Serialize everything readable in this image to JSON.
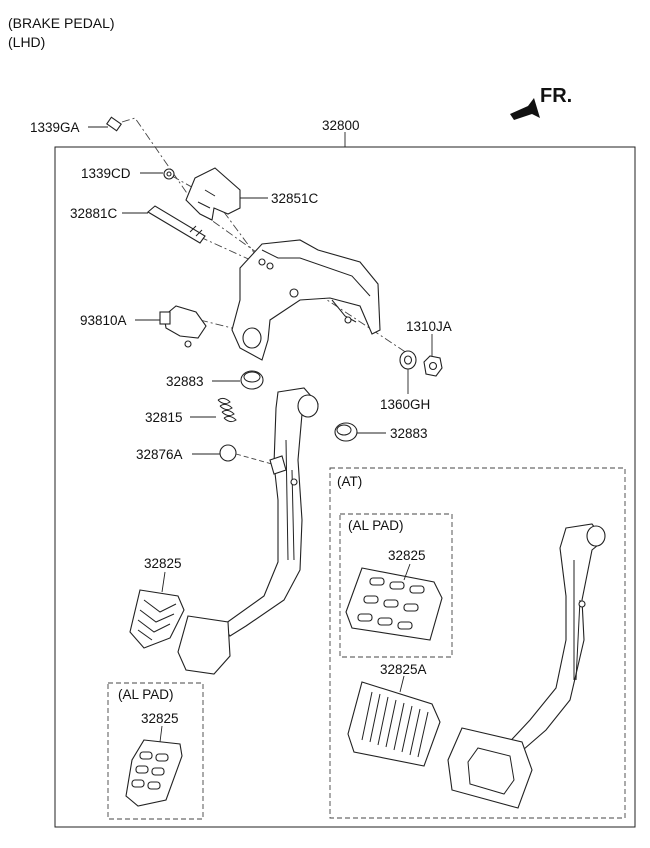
{
  "header": {
    "line1": "(BRAKE PEDAL)",
    "line2": "(LHD)"
  },
  "direction": {
    "label": "FR."
  },
  "parts": {
    "p1339GA": "1339GA",
    "p32800": "32800",
    "p1339CD": "1339CD",
    "p32851C": "32851C",
    "p32881C": "32881C",
    "p93810A": "93810A",
    "p1310JA": "1310JA",
    "p1360GH": "1360GH",
    "p32883a": "32883",
    "p32883b": "32883",
    "p32815": "32815",
    "p32876A": "32876A",
    "p32825a": "32825",
    "p32825b": "32825",
    "p32825c": "32825",
    "p32825A": "32825A"
  },
  "groups": {
    "al_pad_left": "(AL PAD)",
    "at": "(AT)",
    "al_pad_at": "(AL PAD)"
  }
}
